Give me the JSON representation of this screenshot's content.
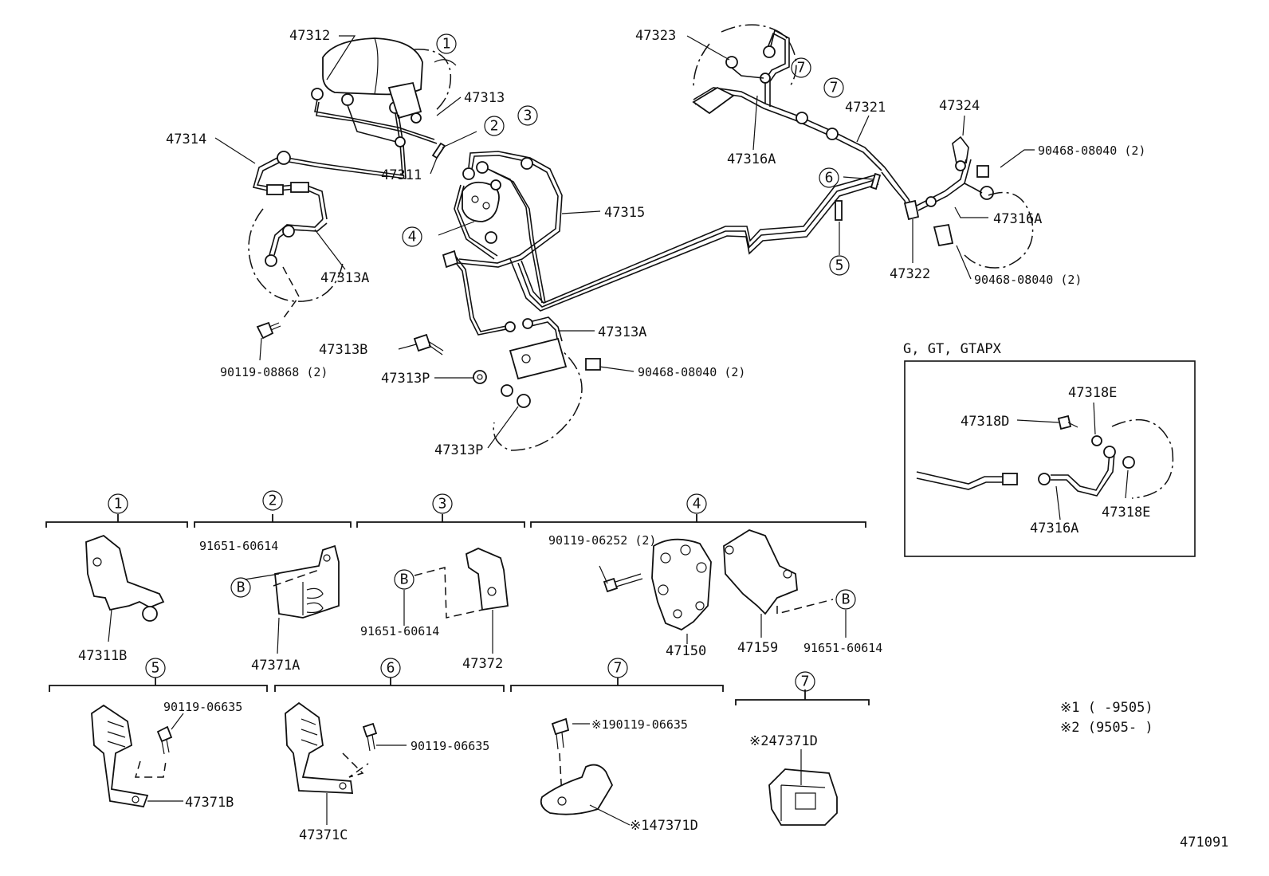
{
  "labels": {
    "p47312": "47312",
    "p47313": "47313",
    "p47314": "47314",
    "p47311": "47311",
    "p47315": "47315",
    "p47313A_left": "47313A",
    "p47313A_mid": "47313A",
    "p47313B": "47313B",
    "p47313P_a": "47313P",
    "p47313P_b": "47313P",
    "p90119_08868": "90119-08868 (2)",
    "p90468_08040_mid": "90468-08040 (2)",
    "p47323": "47323",
    "p47316A_top": "47316A",
    "p47321": "47321",
    "p47324": "47324",
    "p90468_08040_tr": "90468-08040 (2)",
    "p47316A_right": "47316A",
    "p47322": "47322",
    "p90468_08040_br": "90468-08040 (2)",
    "inset_title": "G, GT, GTAPX",
    "p47318E_a": "47318E",
    "p47318D": "47318D",
    "p47316A_inset": "47316A",
    "p47318E_b": "47318E",
    "p47311B": "47311B",
    "p91651_60614_a": "91651-60614",
    "p47371A": "47371A",
    "p91651_60614_b": "91651-60614",
    "p47372": "47372",
    "p90119_06252": "90119-06252 (2)",
    "p47150": "47150",
    "p47159": "47159",
    "p91651_60614_c": "91651-60614",
    "p90119_06635_a": "90119-06635",
    "p47371B": "47371B",
    "p90119_06635_b": "90119-06635",
    "p47371C": "47371C",
    "p90119_06635_c": "※190119-06635",
    "p47371D_1": "※147371D",
    "p47371D_2": "※247371D",
    "note1": "※1 (     -9505)",
    "note2": "※2 (9505-     )",
    "figure_id": "471091"
  },
  "callouts": {
    "c1": "1",
    "c2": "2",
    "c3": "3",
    "c4": "4",
    "c5": "5",
    "c6": "6",
    "c7": "7",
    "ref_b": "B"
  }
}
